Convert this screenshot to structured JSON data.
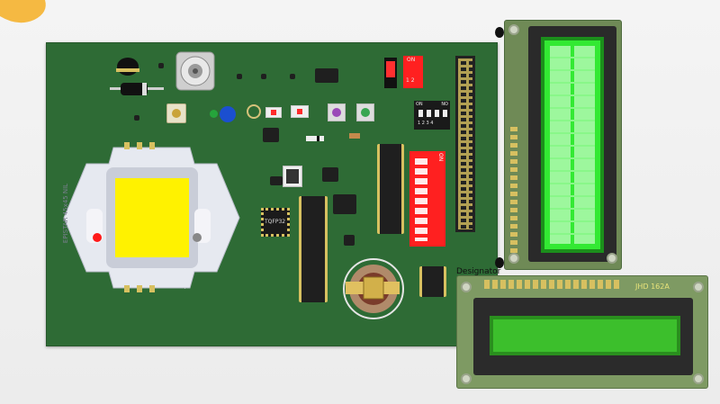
{
  "pcb": {
    "silkscreen_designator": "Designator",
    "tqfp_label": "TQFP32",
    "led_marking": "EPISTAR 45x45 NIL",
    "led_pins_plus": "+",
    "led_pins_minus": "-",
    "dip_switch_small": {
      "on_label": "ON",
      "numbers": "1 2"
    },
    "dip_switch_4": {
      "on_label": "ON",
      "no_label": "NO",
      "numbers": "1 2 3 4"
    },
    "dip_switch_red": {
      "on_label": "ON"
    }
  },
  "lcd_horizontal": {
    "model": "JHD 162A"
  },
  "colors": {
    "pcb_green": "#2e6b35",
    "lcd_screen_green": "#33e933",
    "lcd_backlight_green": "#3cbf2c",
    "switch_red": "#ff2020"
  }
}
